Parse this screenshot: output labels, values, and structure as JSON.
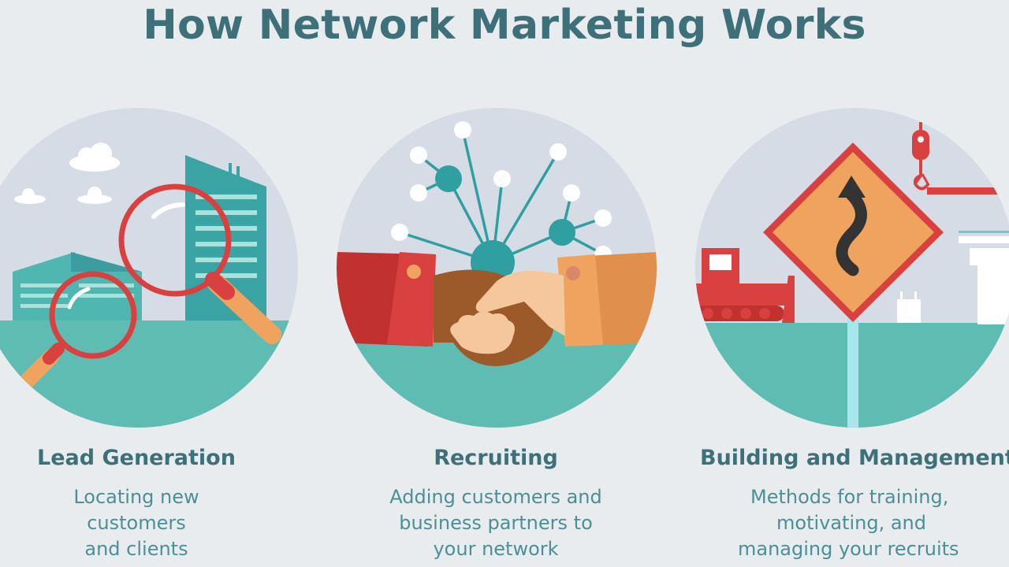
{
  "title": "How Network Marketing Works",
  "colors": {
    "background": "#e9ecef",
    "heading": "#3d7079",
    "body_text": "#4b8f97",
    "sky": "#d6dce6",
    "ground": "#5fbcb3",
    "accent_red": "#d8413f",
    "accent_orange": "#efa35e",
    "teal": "#2f9fa1"
  },
  "steps": [
    {
      "heading": "Lead Generation",
      "lines": [
        "Locating new",
        "customers",
        "and clients"
      ],
      "illustration": "magnifying-glass-city"
    },
    {
      "heading": "Recruiting",
      "lines": [
        "Adding customers and",
        "business partners to",
        "your network"
      ],
      "illustration": "handshake-network"
    },
    {
      "heading": "Building and Management",
      "lines": [
        "Methods for training,",
        "motivating, and",
        "managing your recruits"
      ],
      "illustration": "construction-road-sign"
    }
  ]
}
